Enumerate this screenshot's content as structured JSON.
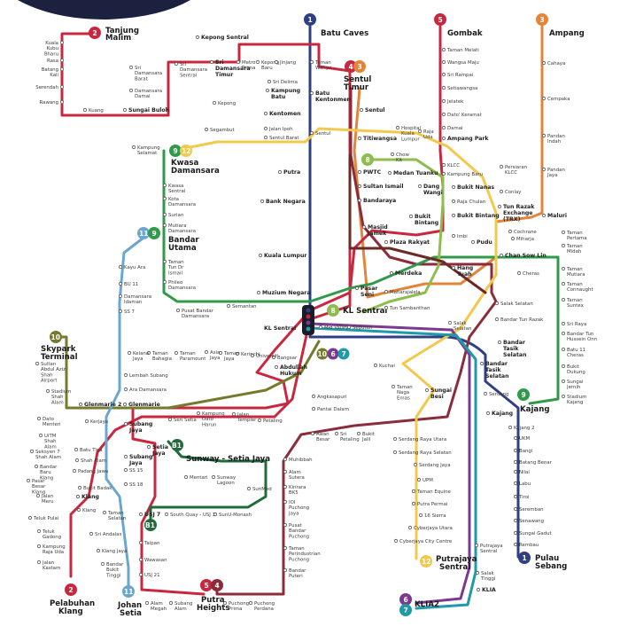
{
  "colors": {
    "kelana_jaya": "#c8283f",
    "ampang": "#e2853b",
    "sri_petaling": "#8b2c3b",
    "ktm_seremban": "#2f3f84",
    "ktm_port_klang": "#c8283f",
    "mrt_kajang": "#2f9a4a",
    "monorail": "#8dbd4c",
    "ktm_skypark": "#767a2d",
    "brt": "#1f6b3a",
    "klia": "#7b3a8f",
    "klia_transit": "#1f9aa8",
    "putrajaya": "#f2c94c",
    "klang_valley_brown": "#6b2a24",
    "johan_setia": "#6aa7cf",
    "top_corner": "#1c2140"
  },
  "terminals": [
    {
      "id": "t2",
      "num": "2",
      "color": "#c8283f",
      "name": "Tanjung Malim"
    },
    {
      "id": "t1a",
      "num": "1",
      "color": "#2f3f84",
      "name": "Batu Caves"
    },
    {
      "id": "t5",
      "num": "5",
      "color": "#c8283f",
      "name": "Gombak"
    },
    {
      "id": "t3",
      "num": "3",
      "color": "#e2853b",
      "name": "Ampang"
    },
    {
      "id": "t4a",
      "num": "4",
      "color": "#c8283f",
      "name": ""
    },
    {
      "id": "t3b",
      "num": "3",
      "color": "#e2853b",
      "name": "Sentul Timur"
    },
    {
      "id": "t9",
      "num": "9",
      "color": "#2f9a4a",
      "name": "Kwasa Damansara"
    },
    {
      "id": "t12",
      "num": "12",
      "color": "#f2c94c",
      "name": ""
    },
    {
      "id": "t11",
      "num": "11",
      "color": "#6aa7cf",
      "name": "Bandar Utama"
    },
    {
      "id": "t9b",
      "num": "9",
      "color": "#2f9a4a",
      "name": ""
    },
    {
      "id": "t8",
      "num": "8",
      "color": "#8dbd4c",
      "name": "KL Sentral"
    },
    {
      "id": "t8b",
      "num": "8",
      "color": "#8dbd4c",
      "name": ""
    },
    {
      "id": "t10",
      "num": "10",
      "color": "#767a2d",
      "name": "Skypark Terminal"
    },
    {
      "id": "t10b",
      "num": "10",
      "color": "#767a2d",
      "name": ""
    },
    {
      "id": "t6",
      "num": "6",
      "color": "#7b3a8f",
      "name": ""
    },
    {
      "id": "t7",
      "num": "7",
      "color": "#1f9aa8",
      "name": ""
    },
    {
      "id": "tB1",
      "num": "B1",
      "color": "#1f6b3a",
      "name": "Sunway - Setia Jaya"
    },
    {
      "id": "tB1b",
      "num": "B1",
      "color": "#1f6b3a",
      "name": ""
    },
    {
      "id": "t9c",
      "num": "9",
      "color": "#2f9a4a",
      "name": "Kajang"
    },
    {
      "id": "t1b",
      "num": "1",
      "color": "#2f3f84",
      "name": "Pulau Sebang"
    },
    {
      "id": "t12b",
      "num": "12",
      "color": "#f2c94c",
      "name": "Putrajaya Sentral"
    },
    {
      "id": "t6b",
      "num": "6",
      "color": "#7b3a8f",
      "name": "KLIA2"
    },
    {
      "id": "t7b",
      "num": "7",
      "color": "#1f9aa8",
      "name": ""
    },
    {
      "id": "t5b",
      "num": "5",
      "color": "#c8283f",
      "name": "Putra Heights"
    },
    {
      "id": "t4b",
      "num": "4",
      "color": "#8b2c3b",
      "name": ""
    },
    {
      "id": "t2b",
      "num": "2",
      "color": "#c8283f",
      "name": "Pelabuhan Klang"
    },
    {
      "id": "t11b",
      "num": "11",
      "color": "#6aa7cf",
      "name": "Johan Setia"
    }
  ],
  "stations": {
    "kuala_kubu_bharu": "Kuala Kubu Bharu",
    "rasa": "Rasa",
    "batang_kali": "Batang Kali",
    "serendah": "Serendah",
    "rawang": "Rawang",
    "kuang": "Kuang",
    "sungai_buloh": "Sungai Buloh",
    "kepong_sentral": "Kepong Sentral",
    "sri_damansara_barat": "Sri Damansara Barat",
    "sri_damansara_sentral": "Sri Damansara Sentral",
    "sri_damansara_timur": "Sri Damansara Timur",
    "damansara_damai": "Damansara Damai",
    "metro_prima": "Metro Prima",
    "kepong_baru": "Kepong Baru",
    "jinjang": "Jinjang",
    "sri_delima": "Sri Delima",
    "kepong": "Kepong",
    "kampung_batu": "Kampung Batu",
    "kentomen": "Kentomen",
    "jalan_ipoh": "Jalan Ipoh",
    "sentul_barat": "Sentul Barat",
    "segambut": "Segambut",
    "kampung_selamat": "Kampung Selamat",
    "taman_wahyu": "Taman Wahyu",
    "batu_kentonmen": "Batu Kentonmen",
    "sentul": "Sentul",
    "sentul2": "Sentul",
    "taman_melati": "Taman Melati",
    "wangsa_maju": "Wangsa Maju",
    "sri_rampai": "Sri Rampai",
    "setiawangsa": "Setiawangsa",
    "jelatek": "Jelatek",
    "datok_keramat": "Dato' Keramat",
    "damai": "Damai",
    "ampang_park": "Ampang Park",
    "klcc": "KLCC",
    "kampung_baru": "Kampung Baru",
    "dang_wangi": "Dang Wangi",
    "bukit_nanas": "Bukit Nanas",
    "raja_chulan": "Raja Chulan",
    "bukit_bintang": "Bukit Bintang",
    "bukit_bintang2": "Bukit Bintang",
    "imbi": "Imbi",
    "hang_tuah": "Hang Tuah",
    "pudu": "Pudu",
    "chan_sow_lin": "Chan Sow Lin",
    "cahaya": "Cahaya",
    "cempaka": "Cempaka",
    "pandan_indah": "Pandan Indah",
    "pandan_jaya": "Pandan Jaya",
    "maluri": "Maluri",
    "cochrane": "Cochrane",
    "miharja": "Miharja",
    "tun_razak": "Tun Razak Exchange (TRX)",
    "conlay": "Conlay",
    "persiaran_klcc": "Persiaran KLCC",
    "taman_pertama": "Taman Pertama",
    "taman_midah": "Taman Midah",
    "taman_mutiara": "Taman Mutiara",
    "taman_connaught": "Taman Connaught",
    "taman_suntex": "Taman Suntex",
    "sri_raya": "Sri Raya",
    "bandar_tun_hussein": "Bandar Tun Hussein Onn",
    "batu_11_cheras": "Batu 11 Cheras",
    "bukit_dukung": "Bukit Dukung",
    "sungai_jernih": "Sungai Jernih",
    "stadium_kajang": "Stadium Kajang",
    "titiwangsa": "Titiwangsa",
    "hospital_kl": "Hospital Kuala Lumpur",
    "raja_uda": "Raja Uda",
    "chow_kit": "Chow Kit",
    "medan_tuanku": "Medan Tuanku",
    "sultan_ismail": "Sultan Ismail",
    "bandaraya": "Bandaraya",
    "putra": "Putra",
    "pwtc": "PWTC",
    "bank_negara": "Bank Negara",
    "masjid_jamek": "Masjid Jamek",
    "plaza_rakyat": "Plaza Rakyat",
    "merdeka": "Merdeka",
    "kuala_lumpur": "Kuala Lumpur",
    "muzium_negara": "Muzium Negara",
    "pasar_seni": "Pasar Seni",
    "maharajalela": "Maharajalela",
    "tun_sambanthan": "Tun Sambanthan",
    "kwasa_sentral": "Kwasa Sentral",
    "kota_damansara": "Kota Damansara",
    "surian": "Surian",
    "mutiara_damansara": "Mutiara Damansara",
    "taman_tun": "Taman Tun Dr Ismail",
    "phileo": "Phileo Damansara",
    "pusat_bandar_damansara": "Pusat Bandar Damansara",
    "semantan": "Semantan",
    "kayu_ara": "Kayu Ara",
    "bu11": "BU 11",
    "damansara_idaman": "Damansara Idaman",
    "ss7": "SS 7",
    "cheras": "Cheras",
    "salak_selatan": "Salak Selatan",
    "bandar_tun_razak": "Bandar Tun Razak",
    "bandar_tasik_selatan": "Bandar Tasik Selatan",
    "bandar_tasik_selatan2": "Bandar Tasik Selatan",
    "salak_selatan2": "Salak Selatan",
    "mid_valley": "Mid Valley",
    "seputeh": "Seputeh",
    "kl_sentral": "KL Sentral",
    "bangsar": "Bangsar",
    "abdullah_hukum": "Abdullah Hukum",
    "kerinchi": "Kerinchi",
    "universiti": "Universiti",
    "taman_jaya": "Taman Jaya",
    "asia_jaya": "Asia Jaya",
    "taman_paramount": "Taman Paramount",
    "taman_bahagia": "Taman Bahagia",
    "kelana_jaya": "Kelana Jaya",
    "lembah_subang": "Lembah Subang",
    "ara_damansara": "Ara Damansara",
    "glenmarie": "Glenmarie",
    "glenmarie2": "Glenmarie 2",
    "subang_jaya": "Subang Jaya",
    "subang_jaya2": "Subang Jaya",
    "sri_setia": "Seri Setia",
    "kampung_dato_harun": "Kampung Dato Harun",
    "jalan_templer": "Jalan Templer",
    "petaling": "Petaling",
    "angkasapuri": "Angkasapuri",
    "pantai_dalam": "Pantai Dalam",
    "kuchai": "Kuchai",
    "taman_naga_emas": "Taman Naga Emas",
    "sungai_besi": "Sungai Besi",
    "serdang": "Serdang",
    "kajang_ktm": "Kajang",
    "kajang2": "Kajang 2",
    "ukm": "UKM",
    "bangi": "Bangi",
    "batang_benar": "Batang Benar",
    "nilai": "Nilai",
    "labu": "Labu",
    "tiroi": "Tiroi",
    "seremban": "Seremban",
    "senawang": "Senawang",
    "sungai_gadut": "Sungai Gadut",
    "rembau": "Rembau",
    "awan_besar": "Awan Besar",
    "sri_petaling": "Sri Petaling",
    "bukit_jalil": "Bukit Jalil",
    "muhibbah": "Muhibbah",
    "alam_sutera": "Alam Sutera",
    "kinrara": "Kinrara BK5",
    "ioi_puchong_jaya": "IOI Puchong Jaya",
    "pusat_bandar_puchong": "Pusat Bandar Puchong",
    "taman_perindustrian": "Taman Perindustrian Puchong",
    "bandar_puteri": "Bandar Puteri",
    "puchong_prima": "Puchong Prima",
    "puchong_perdana": "Puchong Perdana",
    "subang_alam": "Subang Alam",
    "alam_megah": "Alam Megah",
    "sserdang_raya_utara": "Serdang Raya Utara",
    "serdang_raya_selatan": "Serdang Raya Selatan",
    "serdang_jaya": "Serdang Jaya",
    "upm": "UPM",
    "taman_equine": "Taman Equine",
    "putra_permai": "Putra Permai",
    "16_sierra": "16 Sierra",
    "cyberjaya_utara": "Cyberjaya Utara",
    "cyberjaya_city": "Cyberjaya City Centre",
    "putrajaya_sentral": "Putrajaya Sentral",
    "salak_tinggi": "Salak Tinggi",
    "klia": "KLIA",
    "ss15": "SS 15",
    "ss18": "SS 18",
    "usj7": "USJ 7",
    "taipan": "Taipan",
    "wawasan": "Wawasan",
    "usj21": "USJ 21",
    "south_quay": "South Quay - USJ 1",
    "sunu_monash": "SunU-Monash",
    "sunmed": "SunMed",
    "sunway_lagoon": "Sunway Lagoon",
    "mentari": "Mentari",
    "setia_jaya": "Setia Jaya",
    "batu_tiga": "Batu Tiga",
    "shah_alam": "Shah Alam",
    "padang_jawa": "Padang Jawa",
    "bukit_badak": "Bukit Badak",
    "klang": "Klang",
    "klang2": "Klang",
    "taman_selatan": "Taman Selatan",
    "sri_andalas": "Sri Andalas",
    "klang_jaya": "Klang Jaya",
    "bandar_bukit_tinggi": "Bandar Bukit Tinggi",
    "teluk_pulai": "Teluk Pulai",
    "teluk_gadong": "Teluk Gadong",
    "kampung_raja_uda": "Kampung Raja Uda",
    "jalan_kastam": "Jalan Kastam",
    "sultan_abdul_aziz": "Sultan Abdul Aziz Shah Airport",
    "stadium_shah_alam": "Stadium Shah Alam",
    "kerjaya": "Kerjaya",
    "dato_menteri": "Dato Menteri",
    "uitm": "UiTM Shah Alam",
    "seksyen7": "Seksyen 7 Shah Alam",
    "bandar_baru_klang": "Bandar Baru Klang",
    "pasar_besar_klang": "Pasar Besar Klang",
    "jalan_meru": "Jalan Meru"
  }
}
